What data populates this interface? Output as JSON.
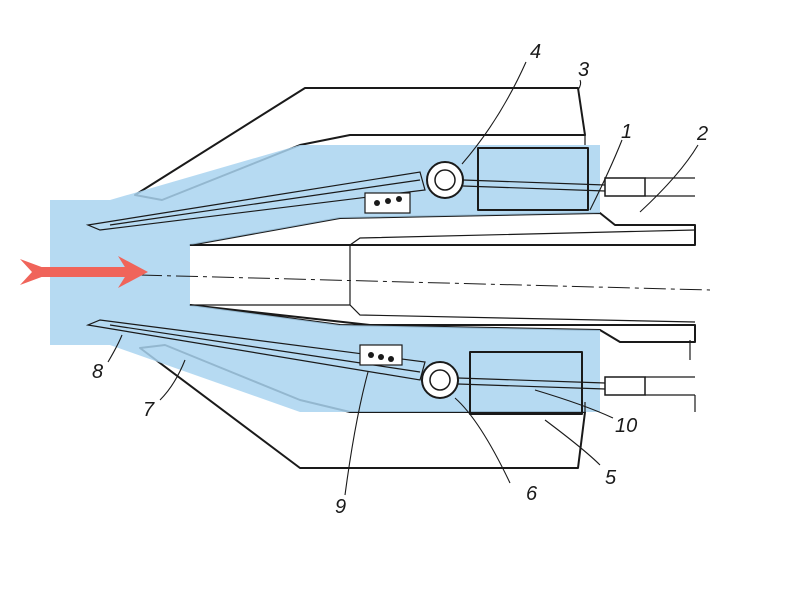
{
  "diagram": {
    "labels": [
      {
        "id": "1",
        "text": "1"
      },
      {
        "id": "2",
        "text": "2"
      },
      {
        "id": "3",
        "text": "3"
      },
      {
        "id": "4",
        "text": "4"
      },
      {
        "id": "5",
        "text": "5"
      },
      {
        "id": "6",
        "text": "6"
      },
      {
        "id": "7",
        "text": "7"
      },
      {
        "id": "8",
        "text": "8"
      },
      {
        "id": "9",
        "text": "9"
      },
      {
        "id": "10",
        "text": "10"
      }
    ],
    "colors": {
      "highlight": "#a9d4f0",
      "arrow": "#f0645a",
      "line": "#1a1a1a"
    }
  }
}
